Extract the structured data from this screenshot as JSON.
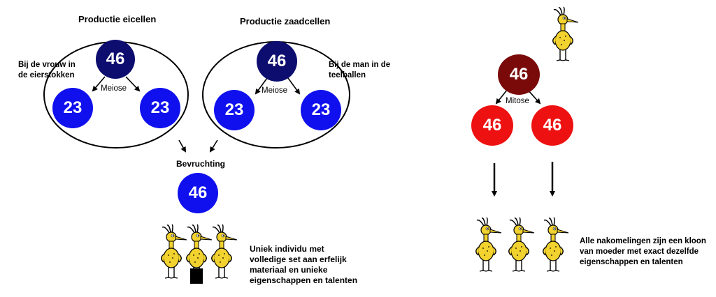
{
  "egg": {
    "title": "Productie eicellen",
    "location": [
      "Bij de vrouw in",
      "de eierstokken"
    ],
    "parent": "46",
    "process": "Meiose",
    "children": [
      "23",
      "23"
    ]
  },
  "sperm": {
    "title": "Productie zaadcellen",
    "location": [
      "Bij de man in de",
      "teelballen"
    ],
    "parent": "46",
    "process": "Meiose",
    "children": [
      "23",
      "23"
    ]
  },
  "fertilization": {
    "label": "Bevruchting",
    "result": "46",
    "caption": [
      "Uniek individu met",
      "volledige set aan erfelijk",
      "materiaal  en unieke",
      "eigenschappen en  talenten"
    ]
  },
  "mitosis": {
    "parent": "46",
    "process": "Mitose",
    "children": [
      "46",
      "46"
    ],
    "caption": [
      "Alle nakomelingen zijn een kloon",
      "van moeder met exact dezelfde",
      "eigenschappen en talenten"
    ]
  },
  "colors": {
    "dark_navy": "#0d0d70",
    "blue": "#1010ee",
    "dark_red": "#7a0a0a",
    "red": "#ee1111",
    "bird_yellow": "#f2d22e"
  }
}
